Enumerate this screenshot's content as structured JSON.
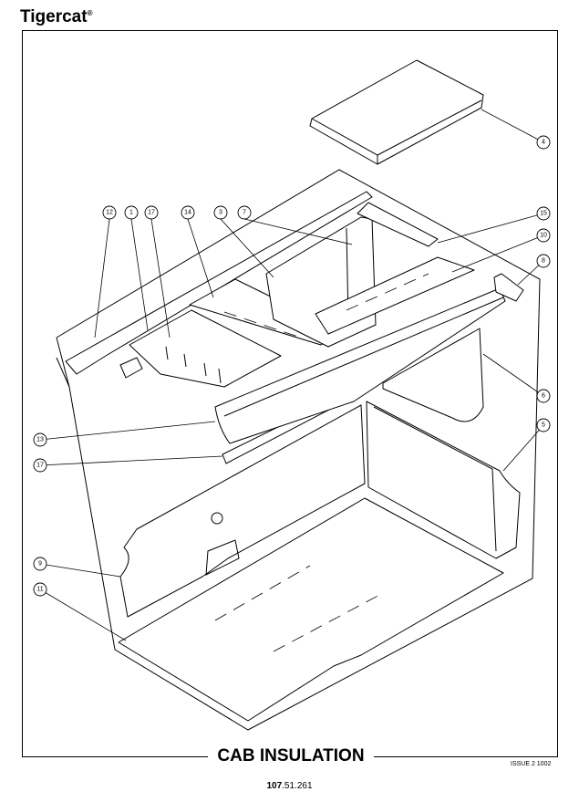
{
  "header": {
    "brand": "Tigercat",
    "brand_mark": "®"
  },
  "figure": {
    "title": "CAB INSULATION",
    "issue": "ISSUE 2 1002",
    "page_number_prefix": "107",
    "page_number_suffix": ".51.261"
  },
  "callouts": {
    "c12": "12",
    "c1": "1",
    "c17a": "17",
    "c14": "14",
    "c3": "3",
    "c7": "7",
    "c15": "15",
    "c10": "10",
    "c8": "8",
    "c4": "4",
    "c6": "6",
    "c5": "5",
    "c13": "13",
    "c17b": "17",
    "c9": "9",
    "c11": "11"
  }
}
